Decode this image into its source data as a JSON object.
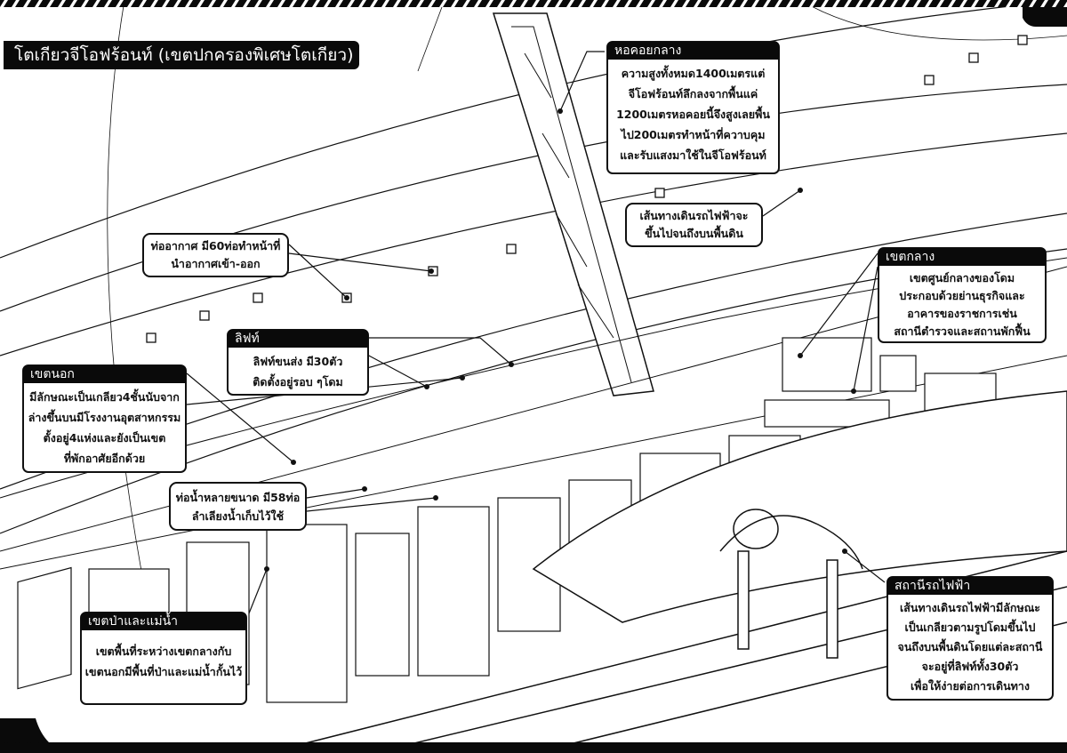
{
  "title": "โตเกียวจีโอฟร้อนท์ (เขตปกครองพิเศษโตเกียว)",
  "callouts": {
    "central_tower": {
      "heading": "หอคอยกลาง",
      "lines": [
        "ความสูงทั้งหมด1400เมตรแต่",
        "จีโอฟร้อนท์ลึกลงจากพื้นแค่",
        "1200เมตรหอคอยนี้จึงสูงเลยพื้น",
        "ไป200เมตรทำหน้าที่ควาบคุม",
        "และรับแสงมาใช้ในจีโอฟร้อนท์"
      ]
    },
    "rail_route": {
      "lines": [
        "เส้นทางเดินรถไฟฟ้าจะ",
        "ขึ้นไปจนถึงบนพื้นดิน"
      ]
    },
    "air_ducts": {
      "lines": [
        "ท่ออากาศ มี60ท่อทำหน้าที่",
        "นำอากาศเข้า-ออก"
      ]
    },
    "lifts": {
      "heading": "ลิฟท์",
      "lines": [
        "ลิฟท์ขนส่ง มี30ตัว",
        "ติดตั้งอยู่รอบ ๆโดม"
      ]
    },
    "outer_zone": {
      "heading": "เขตนอก",
      "lines": [
        "มีลักษณะเป็นเกลียว4ชั้นนับจาก",
        "ล่างขึ้นบนมีโรงงานอุตสาหกรรม",
        "ตั้งอยู่4แห่งและยังเป็นเขต",
        "ที่พักอาศัยอีกด้วย"
      ]
    },
    "water_pipes": {
      "lines": [
        "ท่อน้ำหลายขนาด มี58ท่อ",
        "ลำเลียงน้ำเก็บไว้ใช้"
      ]
    },
    "forest_river": {
      "heading": "เขตป่าและแม่น้ำ",
      "lines": [
        "เขตพื้นที่ระหว่างเขตกลางกับ",
        "เขตนอกมีพื้นที่ป่าและแม่น้ำกั้นไว้"
      ]
    },
    "central_zone": {
      "heading": "เขตกลาง",
      "lines": [
        "เขตศูนย์กลางของโดม",
        "ประกอบด้วยย่านธุรกิจและ",
        "อาคารของราชการเช่น",
        "สถานีตำรวจและสถานพักฟื้น"
      ]
    },
    "train_station": {
      "heading": "สถานีรถไฟฟ้า",
      "lines": [
        "เส้นทางเดินรถไฟฟ้ามีลักษณะ",
        "เป็นเกลียวตามรูปโดมขึ้นไป",
        "จนถึงบนพื้นดินโดยแต่ละสถานี",
        "จะอยู่ที่ลิฟท์ทั้ง30ตัว",
        "เพื่อให้ง่ายต่อการเดินทาง"
      ]
    }
  },
  "colors": {
    "ink": "#111111",
    "paper": "#ffffff",
    "label_bg": "#0a0a0a"
  }
}
